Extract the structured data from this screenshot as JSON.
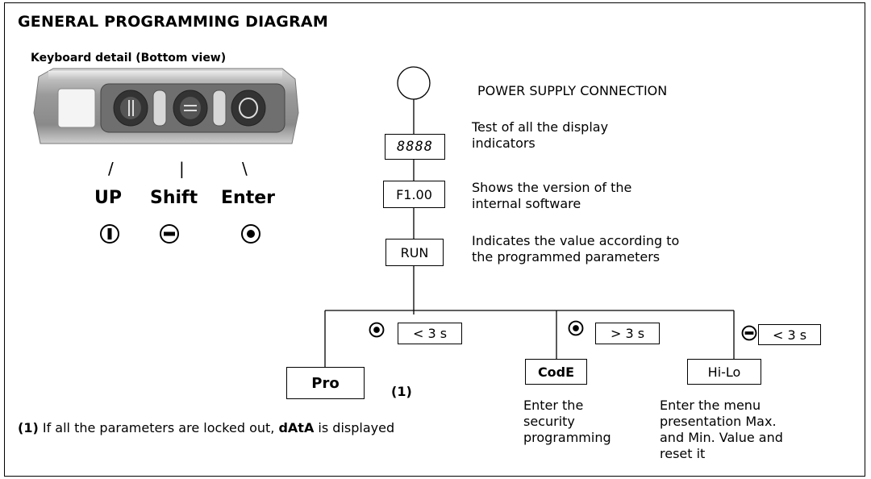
{
  "title": "GENERAL PROGRAMMING DIAGRAM",
  "keyboard": {
    "heading": "Keyboard detail (Bottom view)",
    "keys": [
      {
        "label": "UP",
        "connector": "/",
        "icon": "up-key-icon"
      },
      {
        "label": "Shift",
        "connector": "|",
        "icon": "shift-key-icon"
      },
      {
        "label": "Enter",
        "connector": "\\",
        "icon": "enter-key-icon"
      }
    ]
  },
  "flow": {
    "power_label": "POWER SUPPLY CONNECTION",
    "display_box": "8888",
    "display_desc": [
      "Test of all the display",
      "indicators"
    ],
    "version_box": "F1.00",
    "version_desc": [
      "Shows the version of the",
      "internal software"
    ],
    "run_box": "RUN",
    "run_desc": [
      "Indicates the value according to",
      "the programmed parameters"
    ]
  },
  "branches": {
    "pro": {
      "box": "Pro",
      "timing": "< 3 s",
      "note_ref": "(1)"
    },
    "code": {
      "box": "CodE",
      "timing": "> 3 s",
      "desc": [
        "Enter the",
        "security",
        "programming"
      ]
    },
    "hilo": {
      "box": "Hi-Lo",
      "timing": "< 3 s",
      "desc": [
        "Enter the menu",
        "presentation Max.",
        "and Min. Value and",
        "reset it"
      ]
    }
  },
  "footnote": {
    "marker": "(1)",
    "text_before": " If all the parameters are locked out, ",
    "bold_word": "dAtA",
    "text_after": " is displayed"
  },
  "colors": {
    "line": "#000000",
    "background": "#ffffff"
  }
}
